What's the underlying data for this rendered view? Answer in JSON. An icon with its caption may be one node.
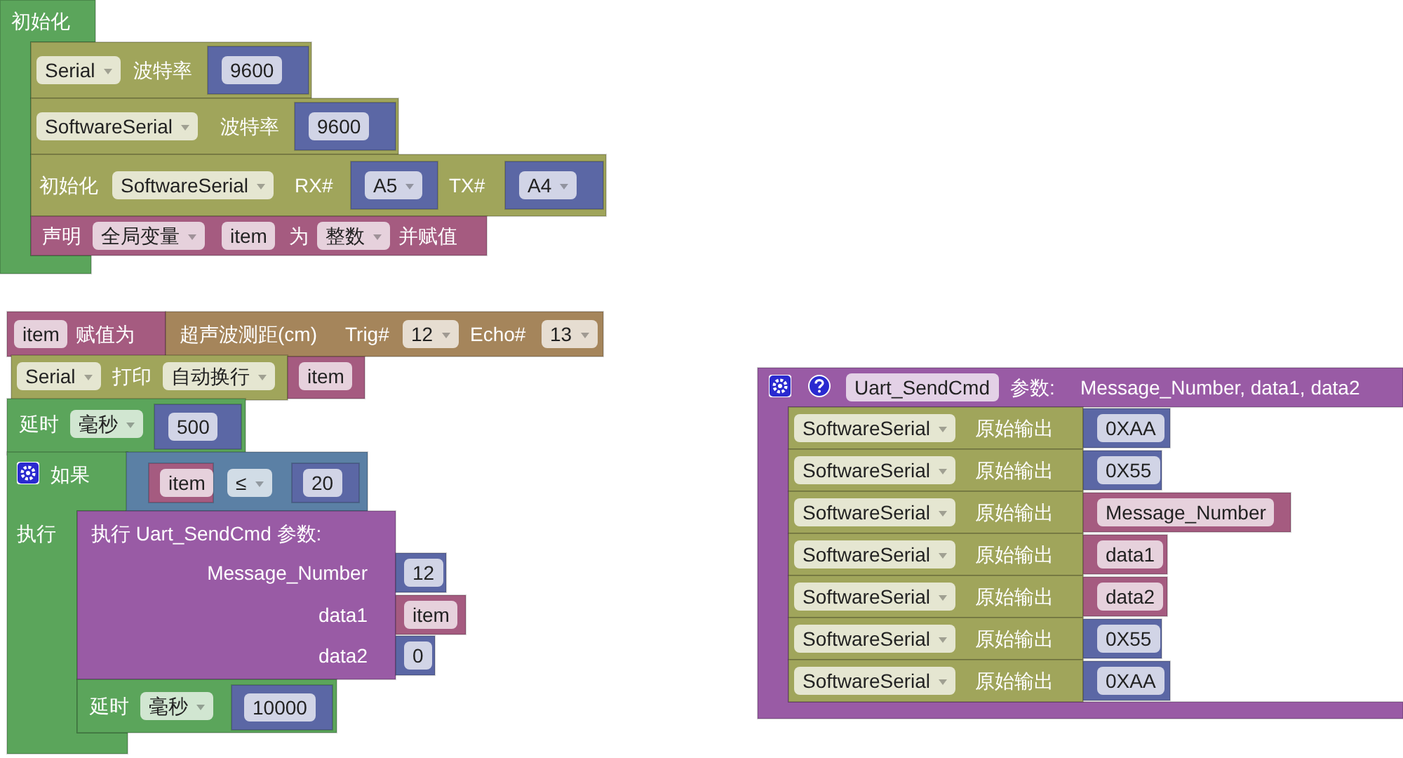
{
  "diagram": {
    "nodes": [
      {
        "text": [
          "初始化"
        ]
      },
      {
        "text": [
          "Serial",
          "波特率"
        ]
      },
      {
        "text": [
          "9600"
        ],
        "in": 1
      },
      {
        "text": [
          "SoftwareSerial",
          "波特率"
        ]
      },
      {
        "text": [
          "9600"
        ],
        "in": 3
      },
      {
        "text": [
          "初始化",
          "SoftwareSerial",
          "RX#",
          "TX#"
        ]
      },
      {
        "text": [
          "A5"
        ],
        "in": 5
      },
      {
        "text": [
          "A4"
        ],
        "in": 5
      },
      {
        "text": [
          "声明",
          "全局变量",
          "item",
          "为",
          "整数",
          "并赋值"
        ]
      },
      {
        "text": [
          "item",
          "赋值为"
        ]
      },
      {
        "text": [
          "超声波测距(cm)",
          "Trig#",
          "12",
          "Echo#",
          "13"
        ]
      },
      {
        "text": [
          "Serial",
          "打印",
          "自动换行"
        ]
      },
      {
        "text": [
          "item"
        ]
      },
      {
        "text": [
          "延时",
          "毫秒"
        ]
      },
      {
        "text": [
          "500"
        ],
        "in": 13
      },
      {
        "text": [
          "如果",
          "执行"
        ]
      },
      {
        "text": [
          "≤"
        ]
      },
      {
        "text": [
          "item"
        ],
        "in": 16
      },
      {
        "text": [
          "20"
        ],
        "in": 16
      },
      {
        "text": [
          "执行 Uart_SendCmd 参数:",
          "Message_Number",
          "data1",
          "data2"
        ]
      },
      {
        "text": [
          "12"
        ]
      },
      {
        "text": [
          "item"
        ]
      },
      {
        "text": [
          "0"
        ]
      },
      {
        "text": [
          "延时",
          "毫秒"
        ]
      },
      {
        "text": [
          "10000"
        ],
        "in": 23
      },
      {
        "text": [
          "Uart_SendCmd",
          "参数:",
          "Message_Number, data1, data2"
        ]
      },
      {
        "text": [
          "SoftwareSerial",
          "原始输出"
        ]
      },
      {
        "text": [
          "0XAA"
        ]
      },
      {
        "text": [
          "SoftwareSerial",
          "原始输出"
        ]
      },
      {
        "text": [
          "0X55"
        ]
      },
      {
        "text": [
          "SoftwareSerial",
          "原始输出"
        ]
      },
      {
        "text": [
          "Message_Number"
        ]
      },
      {
        "text": [
          "SoftwareSerial",
          "原始输出"
        ]
      },
      {
        "text": [
          "data1"
        ]
      },
      {
        "text": [
          "SoftwareSerial",
          "原始输出"
        ]
      },
      {
        "text": [
          "data2"
        ]
      },
      {
        "text": [
          "SoftwareSerial",
          "原始输出"
        ]
      },
      {
        "text": [
          "0X55"
        ]
      },
      {
        "text": [
          "SoftwareSerial",
          "原始输出"
        ]
      },
      {
        "text": [
          "0XAA"
        ]
      }
    ]
  }
}
